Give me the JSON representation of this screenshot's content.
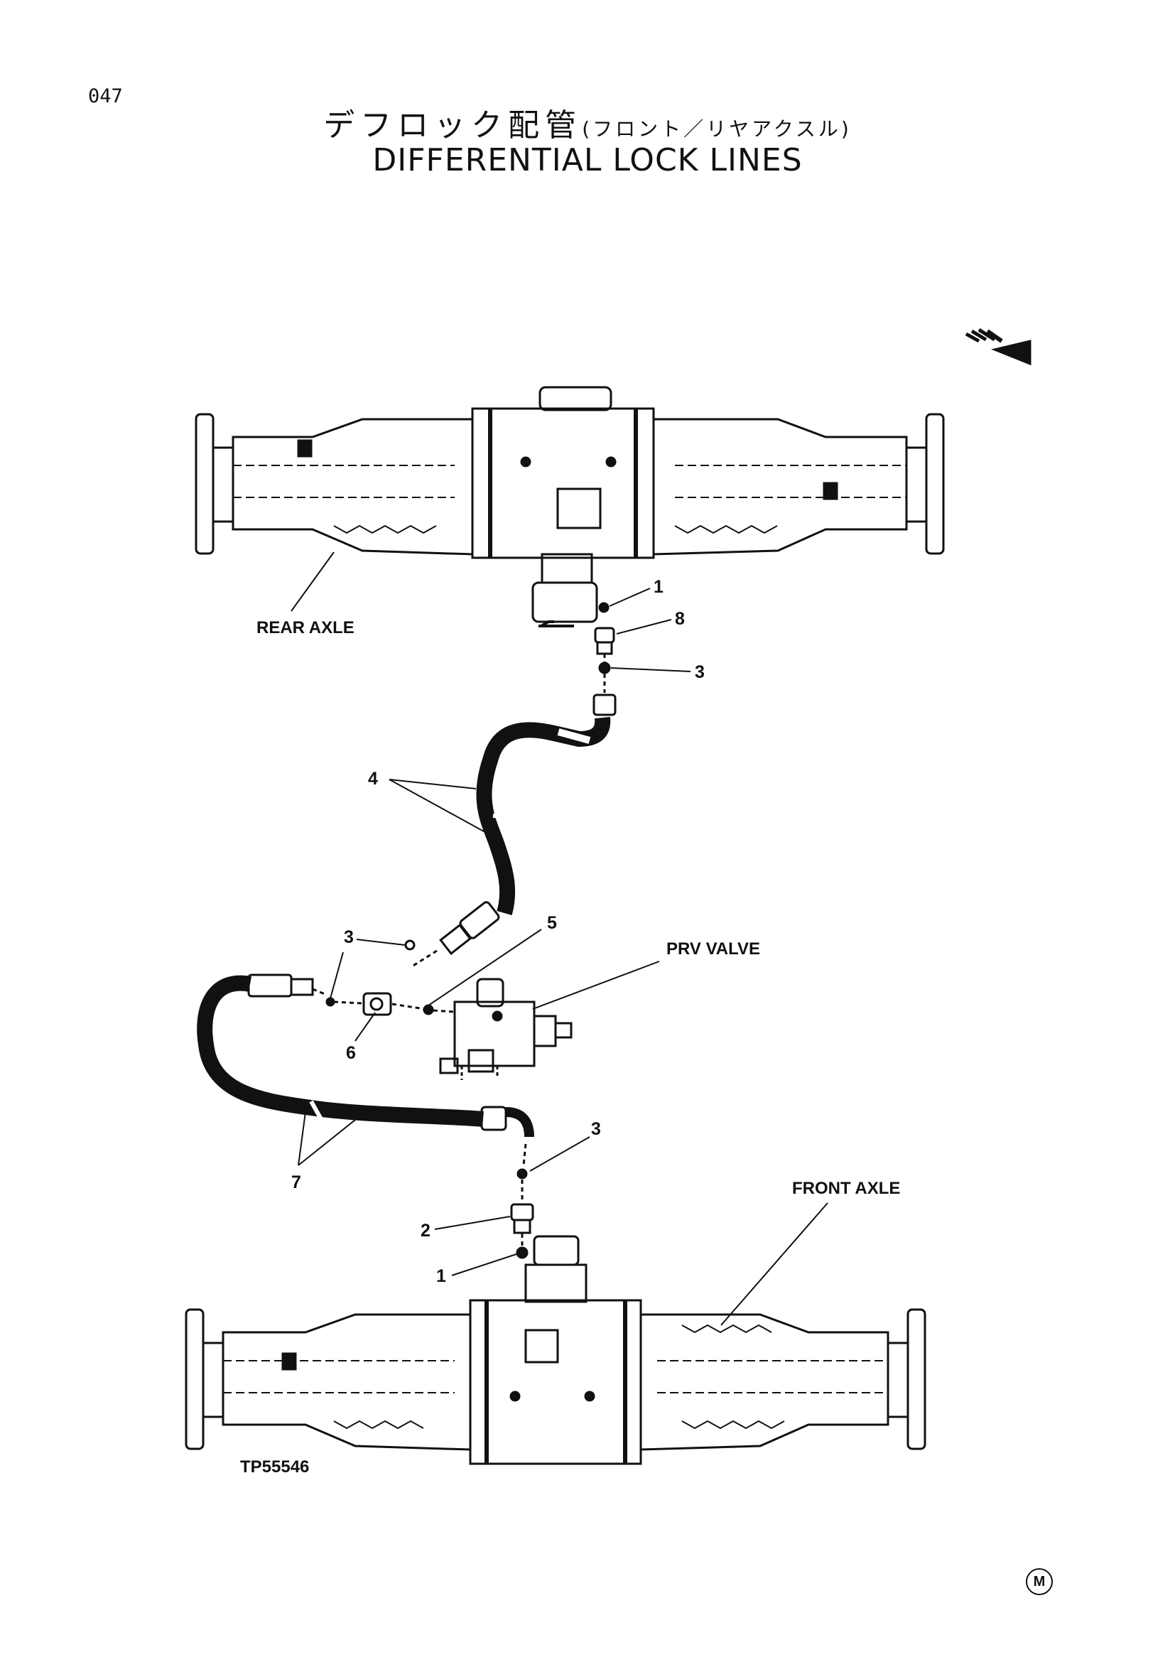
{
  "page_number": "047",
  "title_jp": "デフロック配管",
  "title_jp_sub": "(フロント／リヤアクスル)",
  "title_en": "DIFFERENTIAL  LOCK  LINES",
  "labels": {
    "rear_axle": "REAR AXLE",
    "front_axle": "FRONT AXLE",
    "prv_valve": "PRV VALVE",
    "figure_id": "TP55546"
  },
  "callouts": {
    "c1_top": "1",
    "c8": "8",
    "c3_top": "3",
    "c4": "4",
    "c5": "5",
    "c3_mid": "3",
    "c6": "6",
    "c3_low": "3",
    "c7": "7",
    "c2": "2",
    "c1_bottom": "1"
  },
  "mark": "M",
  "icons": [
    "direction-arrow-icon",
    "registered-mark-icon"
  ]
}
